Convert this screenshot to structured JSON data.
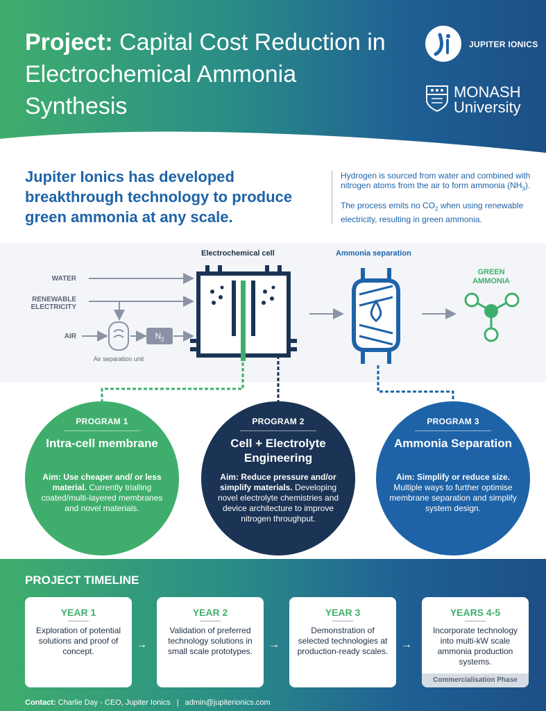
{
  "header": {
    "title_bold": "Project:",
    "title_rest": " Capital Cost Reduction in Electrochemical Ammonia Synthesis",
    "logo_ji_text": "JUPITER IONICS",
    "monash_line1": "MONASH",
    "monash_line2": "University"
  },
  "intro": {
    "headline": "Jupiter Ionics has developed breakthrough technology to produce green ammonia at any scale.",
    "side_p1_a": "Hydrogen is sourced from water and combined with nitrogen atoms from the air to form ammonia (NH",
    "side_p1_sub": "3",
    "side_p1_b": ").",
    "side_p2_a": "The process emits no CO",
    "side_p2_sub": "2",
    "side_p2_b": " when using renewable electricity, resulting in green ammonia."
  },
  "process": {
    "cell_title": "Electrochemical cell",
    "separation_title": "Ammonia separation",
    "input_water": "WATER",
    "input_renewable": "RENEWABLE ELECTRICITY",
    "input_air": "AIR",
    "air_sep_label": "Air separation unit",
    "n2_main": "N",
    "n2_sub": "2",
    "green_ammonia": "GREEN AMMONIA",
    "colors": {
      "green": "#3fae6c",
      "navy": "#1b3354",
      "blue": "#1e63a8",
      "grey": "#8a93a6"
    }
  },
  "programs": [
    {
      "label": "PROGRAM 1",
      "title": "Intra-cell membrane",
      "aim": "Aim: Use cheaper and/ or less material.",
      "desc": " Currently trialling coated/multi-layered membranes and novel materials."
    },
    {
      "label": "PROGRAM 2",
      "title": "Cell + Electrolyte Engineering",
      "aim": "Aim: Reduce pressure and/or simplify materials.",
      "desc": " Developing novel electrolyte chemistries and device architecture to improve nitrogen throughput."
    },
    {
      "label": "PROGRAM 3",
      "title": "Ammonia Separation",
      "aim": "Aim: Simplify or reduce size.",
      "desc": " Multiple ways to further optimise membrane separation and simplify system design."
    }
  ],
  "timeline": {
    "title": "PROJECT TIMELINE",
    "cards": [
      {
        "year": "YEAR 1",
        "text": "Exploration of potential solutions and proof of concept."
      },
      {
        "year": "YEAR 2",
        "text": "Validation of preferred technology solutions in small scale prototypes."
      },
      {
        "year": "YEAR 3",
        "text": "Demonstration of selected technologies at production-ready scales."
      },
      {
        "year": "YEARS 4-5",
        "text": "Incorporate technology into multi-kW scale ammonia production systems.",
        "footer": "Commercialisation Phase"
      }
    ]
  },
  "contact": {
    "label": "Contact:",
    "person": " Charlie Day - CEO, Jupiter Ionics",
    "separator": "|",
    "email": "admin@jupiterionics.com"
  }
}
